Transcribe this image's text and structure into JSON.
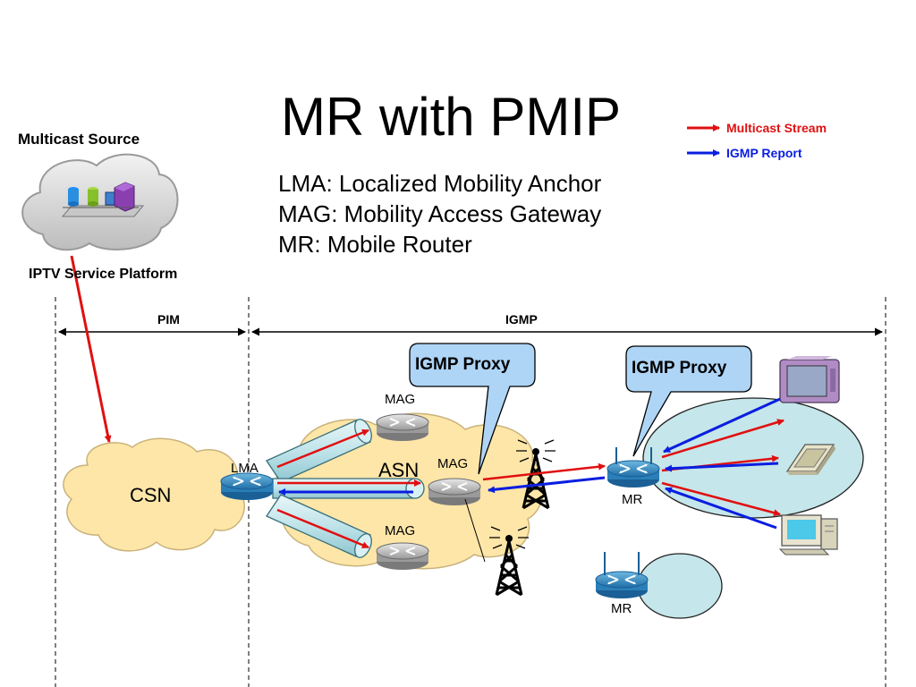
{
  "title": "MR with PMIP",
  "definitions": {
    "lma": "LMA: Localized Mobility Anchor",
    "mag": "MAG: Mobility Access Gateway",
    "mr": "MR: Mobile Router"
  },
  "legend": {
    "multicast_stream": {
      "label": "Multicast Stream",
      "color": "#e01010"
    },
    "igmp_report": {
      "label": "IGMP Report",
      "color": "#0a1ee0"
    }
  },
  "source": {
    "heading": "Multicast Source",
    "platform": "IPTV Service Platform"
  },
  "domains": {
    "pim": "PIM",
    "igmp": "IGMP"
  },
  "network": {
    "csn": "CSN",
    "asn": "ASN",
    "lma": "LMA",
    "mag_top": "MAG",
    "mag_mid": "MAG",
    "mag_bottom": "MAG",
    "mr_main": "MR",
    "mr_second": "MR"
  },
  "callouts": {
    "left": "IGMP Proxy",
    "right": "IGMP Proxy"
  },
  "icons": [
    "cloud-icon",
    "server-rack-icon",
    "router-icon",
    "radio-tower-icon",
    "tv-icon",
    "pda-icon",
    "desktop-computer-icon"
  ]
}
